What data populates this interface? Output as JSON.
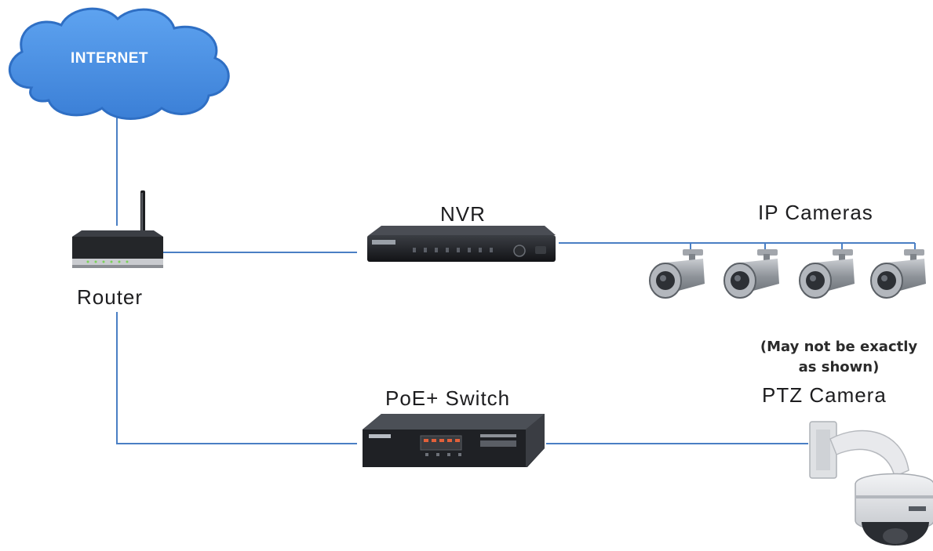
{
  "cloud": {
    "label": "INTERNET"
  },
  "router": {
    "label": "Router"
  },
  "nvr": {
    "label": "NVR"
  },
  "ip_cameras": {
    "label": "IP Cameras"
  },
  "poe_switch": {
    "label": "PoE+ Switch"
  },
  "ptz_camera": {
    "note_line1": "(May not be exactly",
    "note_line2": "as shown)",
    "label": "PTZ Camera"
  },
  "colors": {
    "link_line": "#4a7fc4",
    "cloud_fill": "#4a8fe0",
    "cloud_edge": "#2f6fc4",
    "device_dark": "#222428"
  }
}
